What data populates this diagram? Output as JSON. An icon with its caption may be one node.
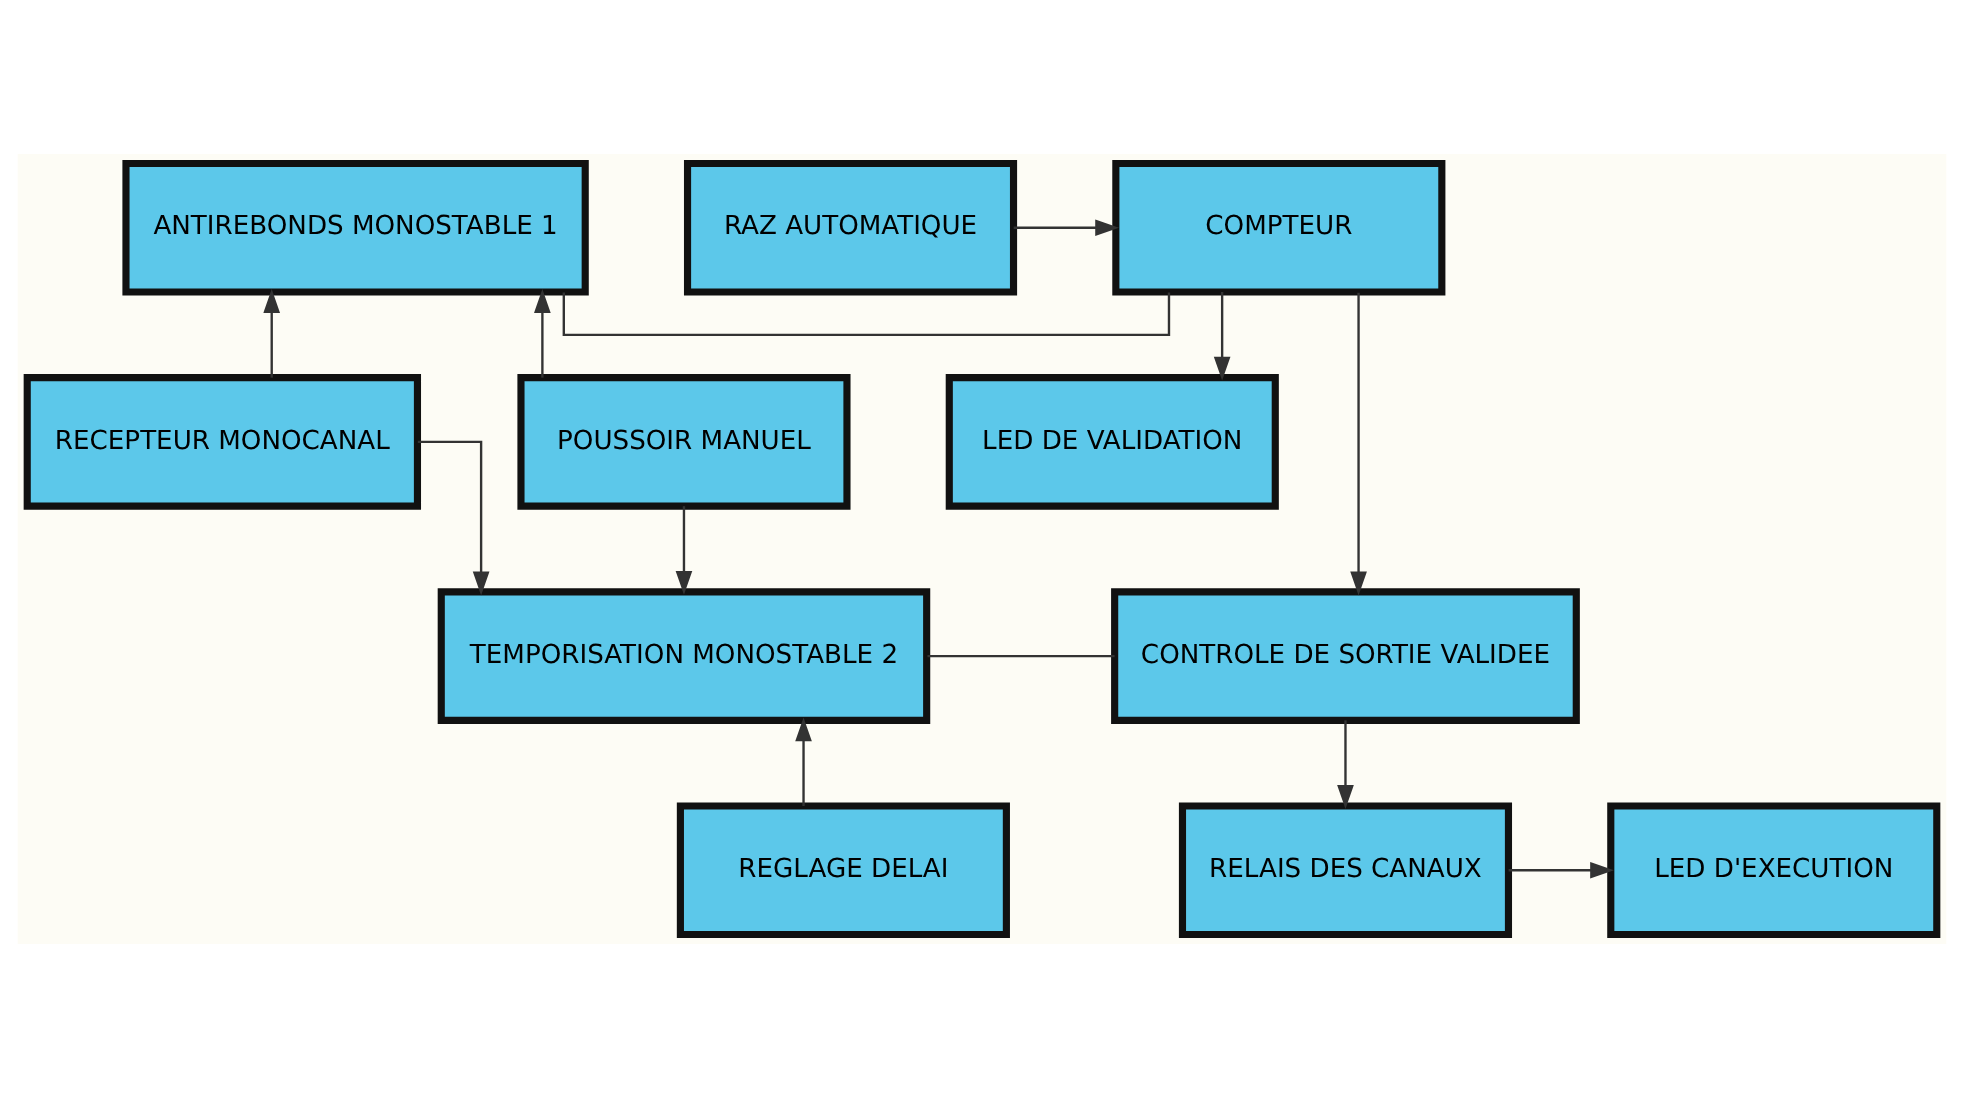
{
  "diagram": {
    "nodes": [
      {
        "text": [
          "ANTIREBONDS MONOSTABLE 1"
        ]
      },
      {
        "text": [
          "COMPTEUR"
        ]
      },
      {
        "text": [
          "RAZ AUTOMATIQUE"
        ]
      },
      {
        "text": [
          "RECEPTEUR MONOCANAL"
        ]
      },
      {
        "text": [
          "POUSSOIR MANUEL"
        ]
      },
      {
        "text": [
          "LED DE VALIDATION"
        ]
      },
      {
        "text": [
          "TEMPORISATION MONOSTABLE 2"
        ]
      },
      {
        "text": [
          "CONTROLE DE SORTIE VALIDEE"
        ]
      },
      {
        "text": [
          "REGLAGE DELAI"
        ]
      },
      {
        "text": [
          "RELAIS DES CANAUX"
        ]
      },
      {
        "text": [
          "LED D'EXECUTION"
        ]
      }
    ],
    "edges": [
      {
        "from": 3,
        "to": 0,
        "arrow": "to"
      },
      {
        "from": 3,
        "to": 6,
        "arrow": "to"
      },
      {
        "from": 0,
        "to": 1,
        "arrow": "none"
      },
      {
        "from": 2,
        "to": 1,
        "arrow": "to"
      },
      {
        "from": 4,
        "to": 0,
        "arrow": "to"
      },
      {
        "from": 4,
        "to": 6,
        "arrow": "to"
      },
      {
        "from": 1,
        "to": 5,
        "arrow": "to"
      },
      {
        "from": 1,
        "to": 7,
        "arrow": "to"
      },
      {
        "from": 6,
        "to": 7,
        "arrow": "none"
      },
      {
        "from": 8,
        "to": 6,
        "arrow": "to"
      },
      {
        "from": 7,
        "to": 9,
        "arrow": "to"
      },
      {
        "from": 9,
        "to": 10,
        "arrow": "to"
      }
    ]
  }
}
